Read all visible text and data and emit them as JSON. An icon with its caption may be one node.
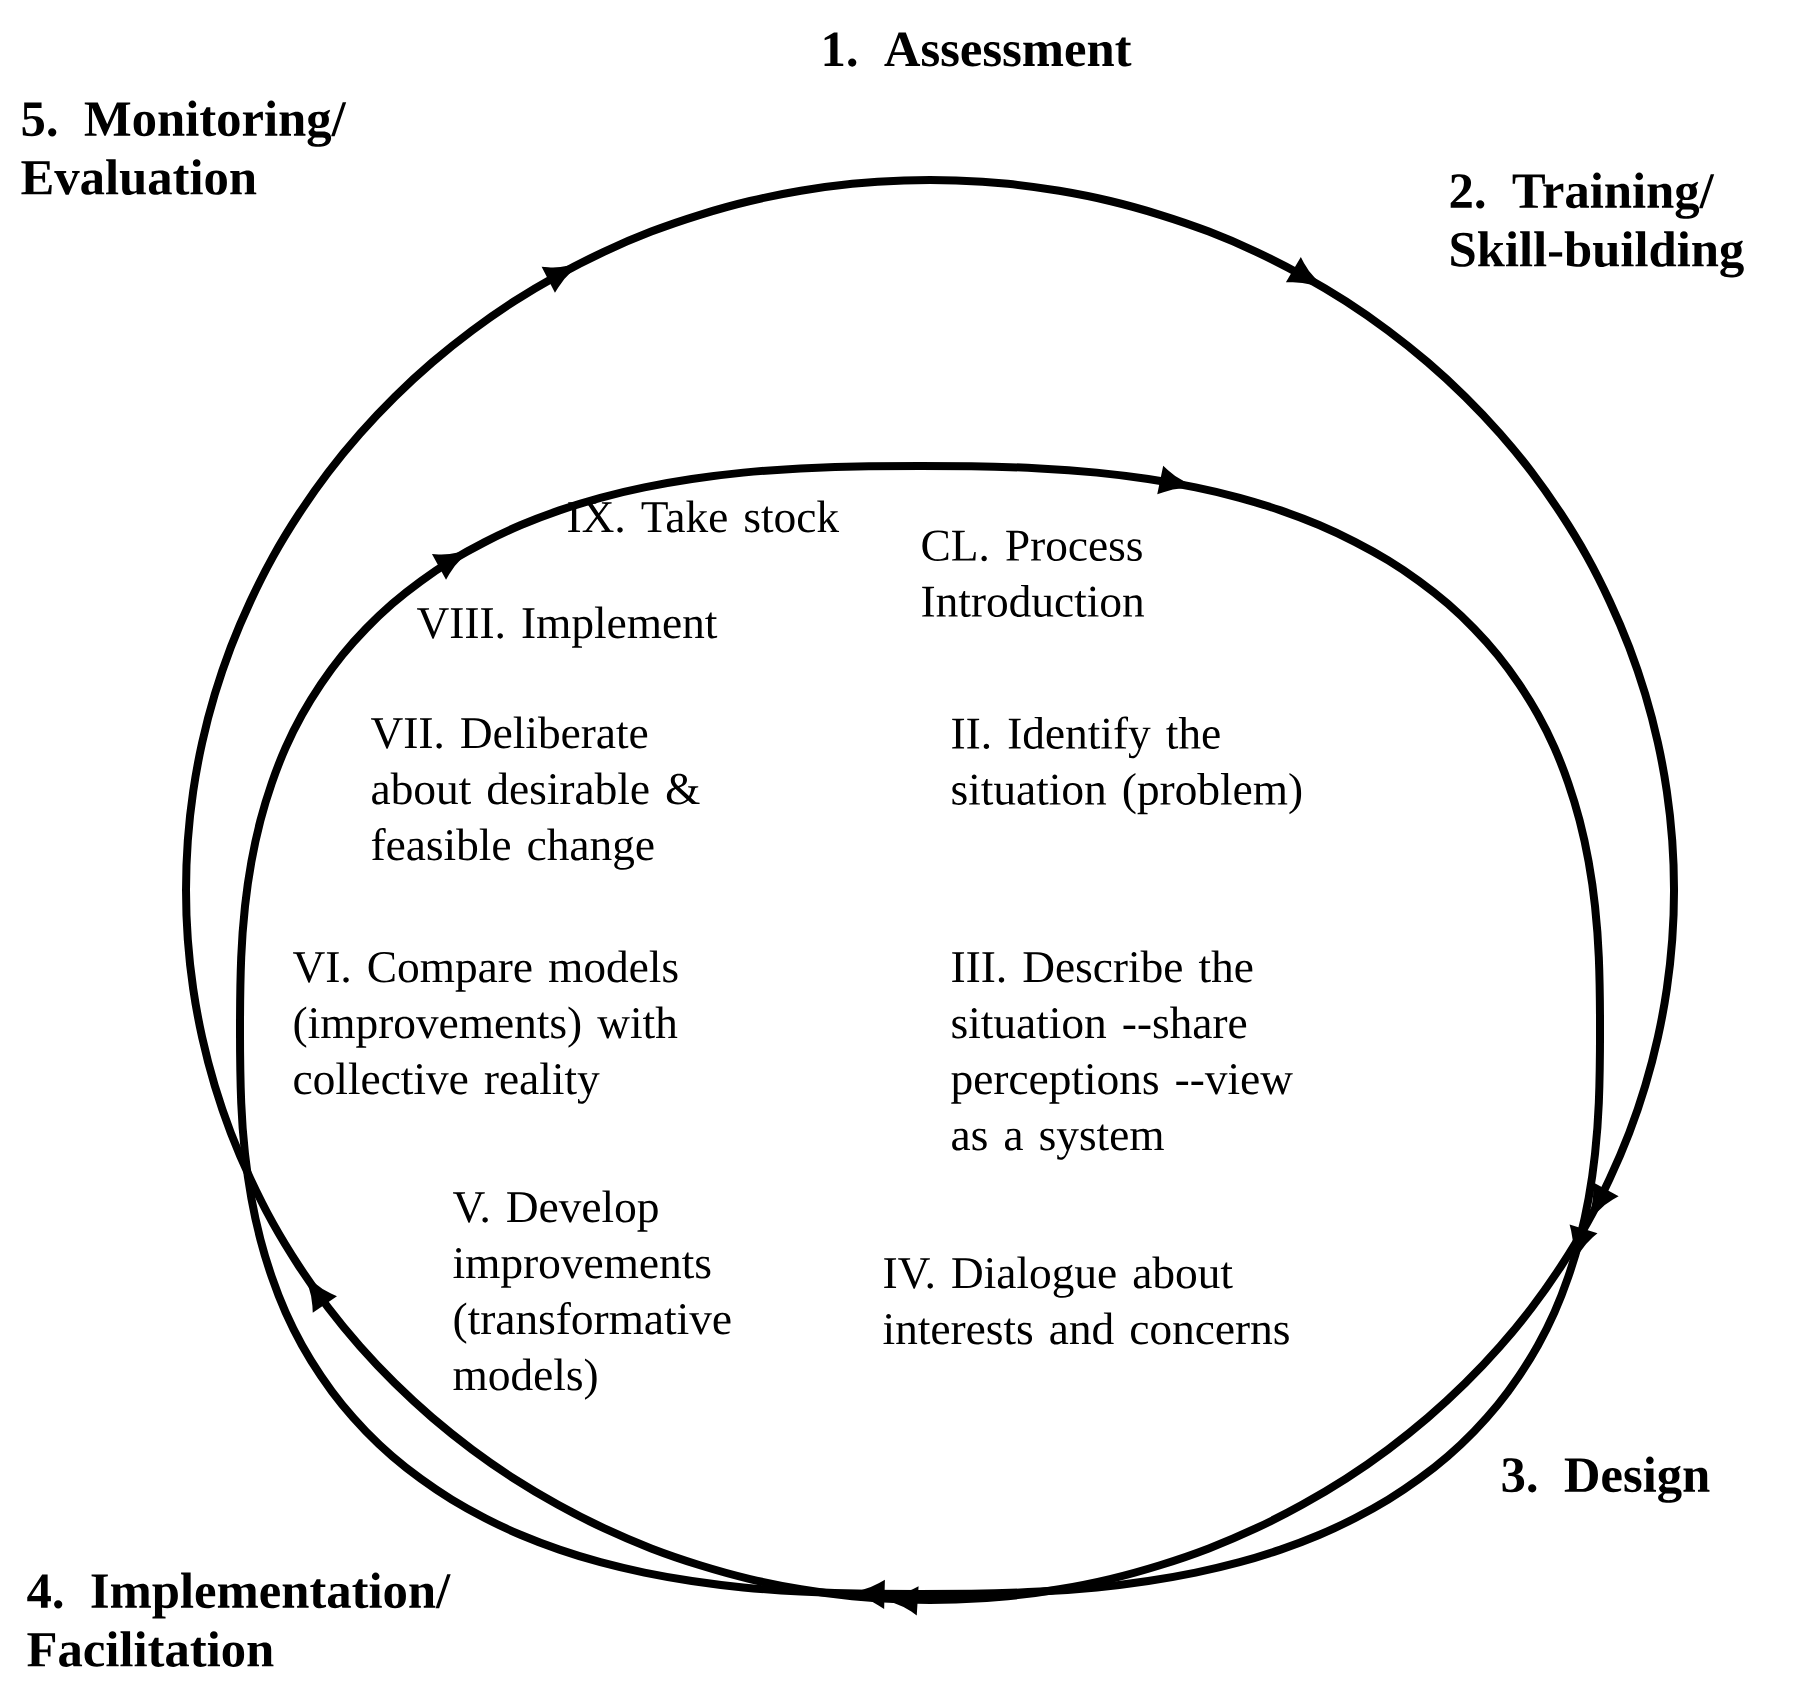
{
  "diagram": {
    "labels": [
      "1. Assessment",
      "5. Monitoring/ Evaluation",
      "2. Training/ Skill-building",
      "IX. Take stock",
      "CL. Process Introduction",
      "VIII. Implement",
      "VII. Deliberate about desirable & feasible change",
      "II. Identify the situation (problem)",
      "VI. Compare models (improvements) with collective reality",
      "III. Describe the situation --share perceptions --view as a system",
      "V. Develop improvements (transformative models)",
      "IV. Dialogue about interests and concerns",
      "3. Design",
      "4. Implementation/ Facilitation"
    ]
  }
}
